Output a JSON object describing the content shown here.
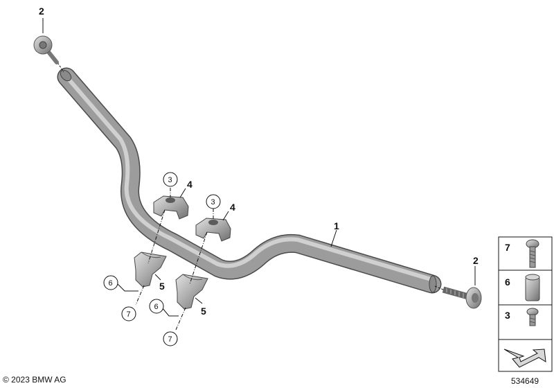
{
  "callouts": {
    "handlebar": "1",
    "end_weight_left": "2",
    "end_weight_right": "2",
    "screw_a": "3",
    "screw_b": "3",
    "clamp_a": "4",
    "clamp_b": "4",
    "riser_a": "5",
    "riser_b": "5",
    "sleeve_a": "6",
    "sleeve_b": "6",
    "bolt_a": "7",
    "bolt_b": "7"
  },
  "legend": {
    "items": [
      {
        "number": "7",
        "icon": "torx-bolt-icon"
      },
      {
        "number": "6",
        "icon": "sleeve-icon"
      },
      {
        "number": "3",
        "icon": "short-screw-icon"
      }
    ],
    "footer_icon": "arrow-pointer-icon"
  },
  "footer": {
    "copyright": "© 2023 BMW AG",
    "diagram_id": "534649"
  },
  "colors": {
    "part_fill": "#a9a9a9",
    "part_shadow": "#6f6f6f",
    "part_highlight": "#e6e6e6",
    "line": "#111111"
  }
}
